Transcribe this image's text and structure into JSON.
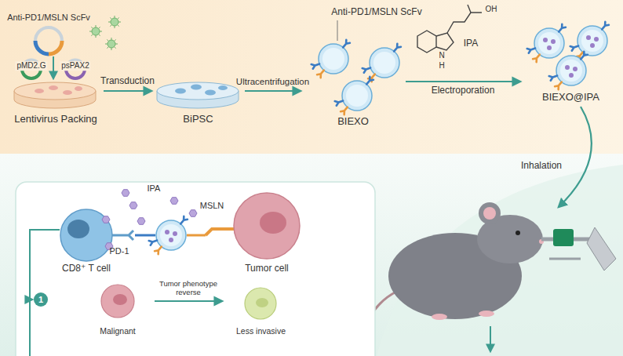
{
  "diagram": {
    "nodes": [
      {
        "text": [
          "Lentivirus Packing"
        ]
      },
      {
        "text": [
          "BiPSC"
        ]
      },
      {
        "text": [
          "BIEXO"
        ]
      },
      {
        "text": [
          "BIEXO@IPA"
        ]
      },
      {
        "text": [
          "CD8⁺ T cell"
        ]
      },
      {
        "text": [
          "Tumor cell"
        ]
      },
      {
        "text": [
          "Malignant"
        ]
      },
      {
        "text": [
          "Less invasive"
        ]
      }
    ],
    "edges": [
      {
        "from": 0,
        "to": 1,
        "label": "Transduction",
        "arrow": "to"
      },
      {
        "from": 1,
        "to": 2,
        "label": "Ultracentrifugation",
        "arrow": "to"
      },
      {
        "from": 2,
        "to": 3,
        "label": "Electroporation",
        "arrow": "to"
      },
      {
        "from": 6,
        "to": 7,
        "label": "Tumor phenotype reverse",
        "arrow": "to"
      }
    ],
    "labels": [
      "Anti-PD1/MSLN ScFv",
      "pMD2.G",
      "psPAX2",
      "Anti-PD1/MSLN ScFv",
      "IPA",
      "OH",
      "N",
      "H",
      "Inhalation",
      "IPA",
      "MSLN",
      "PD-1",
      "1"
    ]
  }
}
